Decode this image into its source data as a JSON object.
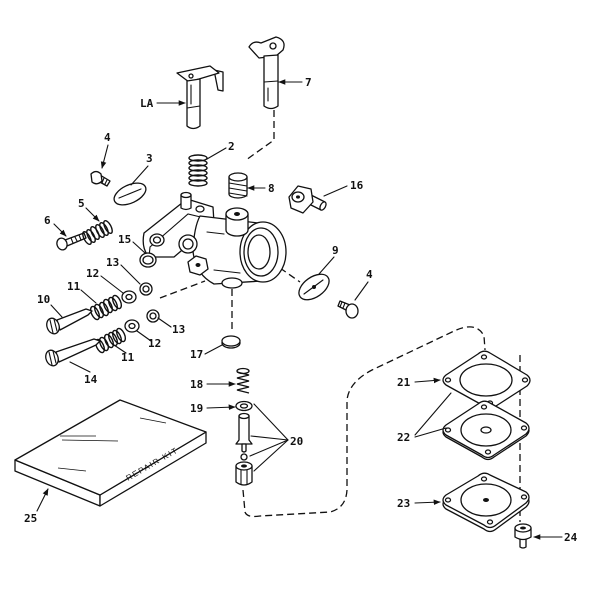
{
  "callouts": {
    "p1a": "LA",
    "p2": "2",
    "p3": "3",
    "p4a": "4",
    "p4b": "4",
    "p5": "5",
    "p6": "6",
    "p7": "7",
    "p8": "8",
    "p9": "9",
    "p10": "10",
    "p11a": "11",
    "p11b": "11",
    "p12a": "12",
    "p12b": "12",
    "p13a": "13",
    "p13b": "13",
    "p14": "14",
    "p15": "15",
    "p16": "16",
    "p17": "17",
    "p18": "18",
    "p19": "19",
    "p20": "20",
    "p21": "21",
    "p22": "22",
    "p23": "23",
    "p24": "24",
    "p25": "25"
  },
  "repair_kit": {
    "label": "REPAIR KIT"
  }
}
